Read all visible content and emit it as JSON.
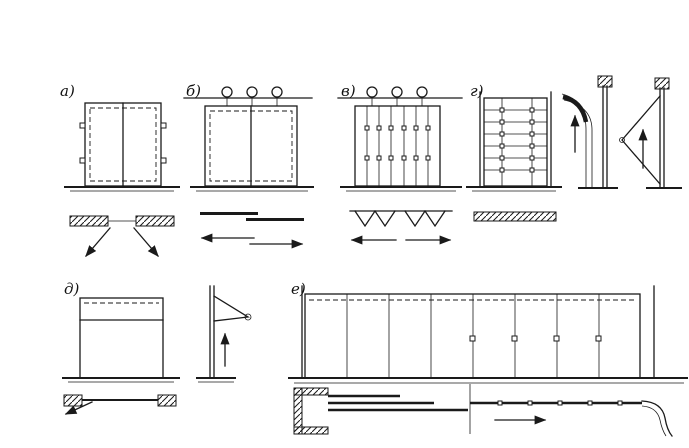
{
  "colors": {
    "ink": "#1a1a1a",
    "paper": "#ffffff"
  },
  "figures": {
    "a": {
      "label": "а)",
      "name": "double-swing-gate"
    },
    "b": {
      "label": "б)",
      "name": "sliding-gate"
    },
    "v": {
      "label": "в)",
      "name": "folding-gate"
    },
    "g": {
      "label": "г)",
      "name": "vertical-lift-gates"
    },
    "d": {
      "label": "д)",
      "name": "up-and-over-gate"
    },
    "e": {
      "label": "е)",
      "name": "telescopic-sliding-gate"
    }
  }
}
